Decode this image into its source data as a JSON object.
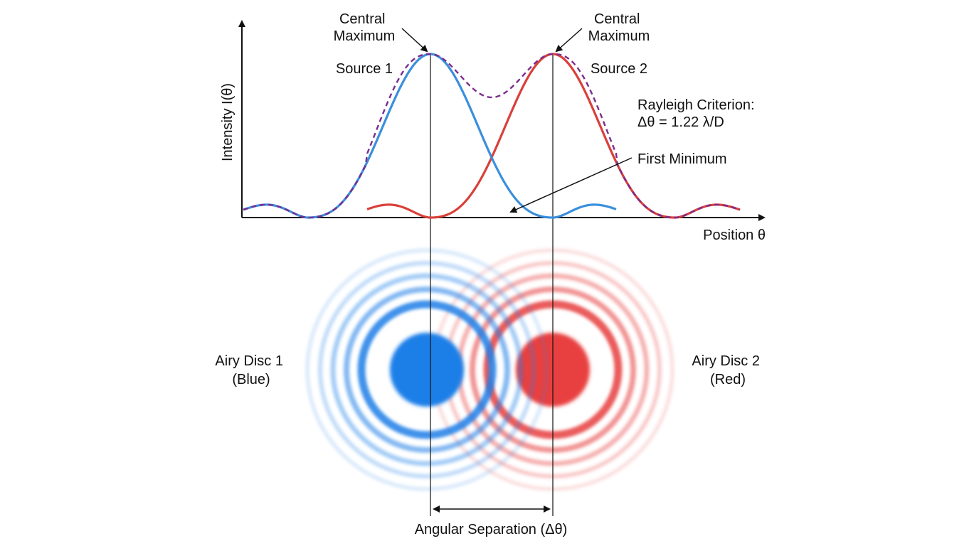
{
  "labels": {
    "central_max_1": [
      "Central",
      "Maximum"
    ],
    "central_max_2": [
      "Central",
      "Maximum"
    ],
    "source_1": "Source 1",
    "source_2": "Source 2",
    "y_axis": "Intensity I(θ)",
    "x_axis": "Position θ",
    "rayleigh": [
      "Rayleigh Criterion:",
      "Δθ = 1.22 λ/D"
    ],
    "first_minimum": "First Minimum",
    "airy_disc_1": [
      "Airy Disc 1",
      "(Blue)"
    ],
    "airy_disc_2": [
      "Airy Disc 2",
      "(Red)"
    ],
    "angular_separation": "Angular Separation (Δθ)"
  },
  "colors": {
    "source_1": "#3a8fdc",
    "source_2": "#d9403a",
    "sum": "#7b2d8e",
    "disc_1": "#1f7fe8",
    "disc_2": "#e84040",
    "axis": "#111111"
  }
}
